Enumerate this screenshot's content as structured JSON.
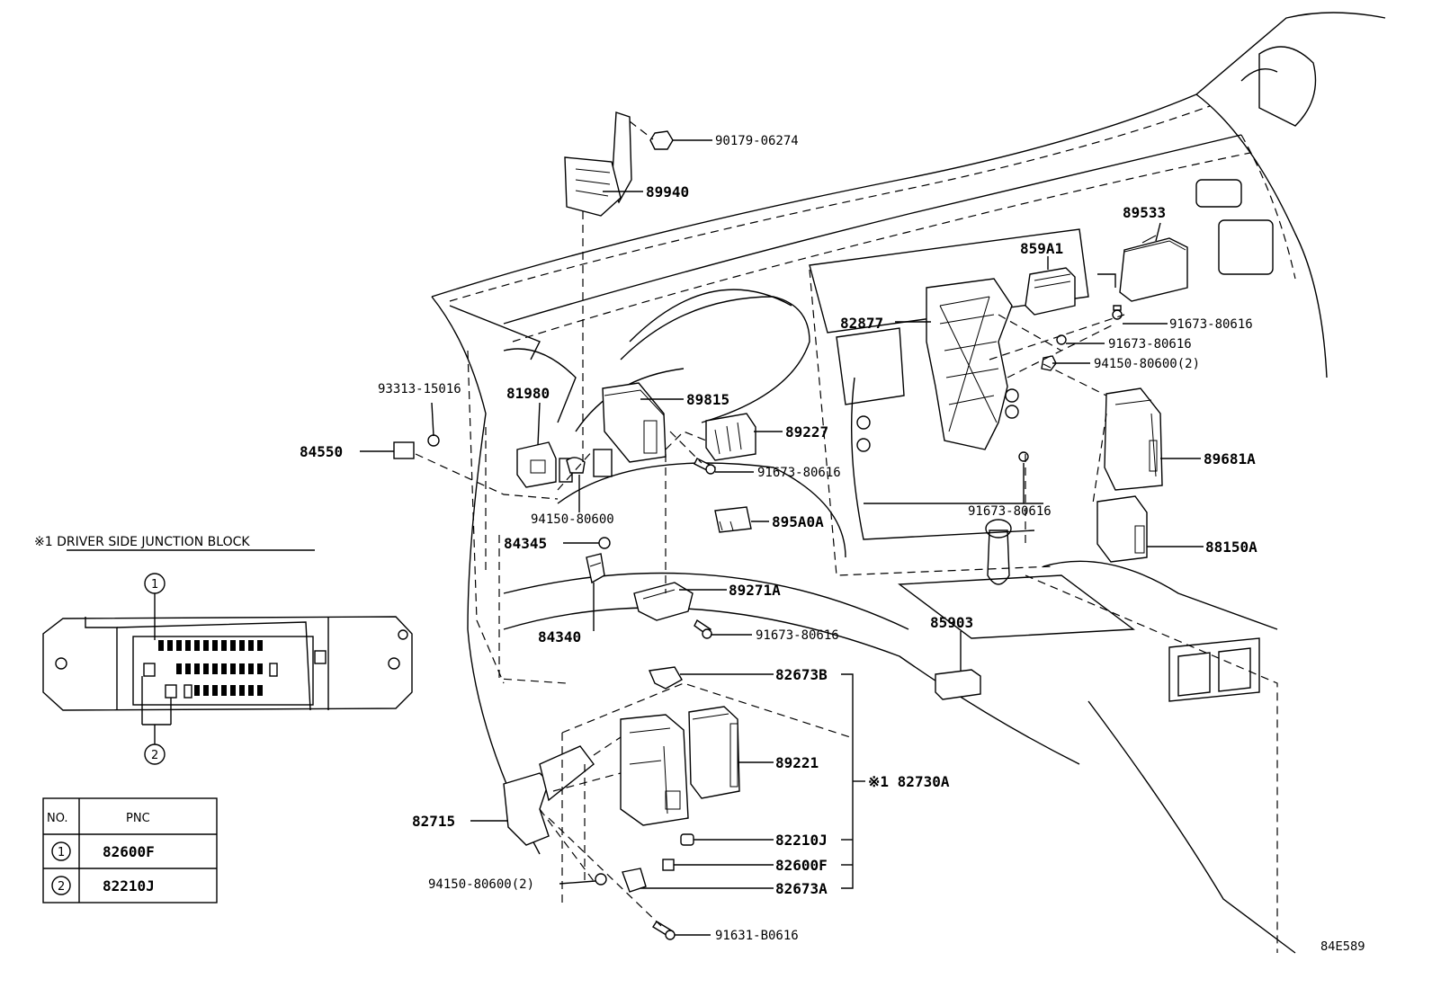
{
  "diagram_id": "84E589",
  "callouts": {
    "p90179_06274": "90179-06274",
    "p89940": "89940",
    "p89533": "89533",
    "p859A1": "859A1",
    "p82877": "82877",
    "p91673_80616_a": "91673-80616",
    "p91673_80616_b": "91673-80616",
    "p94150_80600_2a": "94150-80600(2)",
    "p93313_15016": "93313-15016",
    "p81980": "81980",
    "p89815": "89815",
    "p89227": "89227",
    "p84550": "84550",
    "p91673_80616_c": "91673-80616",
    "p89681A": "89681A",
    "p94150_80600": "94150-80600",
    "p91673_80616_d": "91673-80616",
    "p895A0A": "895A0A",
    "p84345": "84345",
    "p88150A": "88150A",
    "p89271A": "89271A",
    "p84340": "84340",
    "p91673_80616_e": "91673-80616",
    "p85903": "85903",
    "p82673B": "82673B",
    "p89221": "89221",
    "p82730A": "※1 82730A",
    "p82715": "82715",
    "p82210J": "82210J",
    "p82600F": "82600F",
    "p94150_80600_2b": "94150-80600(2)",
    "p82673A": "82673A",
    "p91631_B0616": "91631-B0616"
  },
  "junction_block": {
    "title": "※1  DRIVER SIDE JUNCTION BLOCK",
    "marker_1": "1",
    "marker_2": "2"
  },
  "pnc_table": {
    "headers": [
      "NO.",
      "PNC"
    ],
    "rows": [
      {
        "no": "1",
        "pnc": "82600F"
      },
      {
        "no": "2",
        "pnc": "82210J"
      }
    ]
  }
}
